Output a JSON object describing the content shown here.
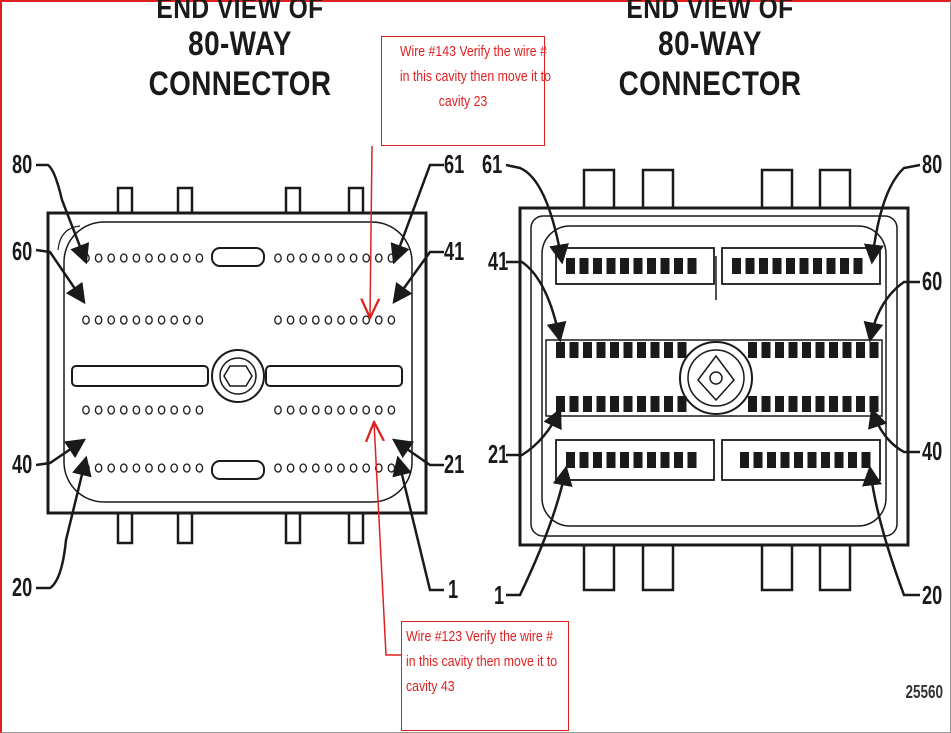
{
  "left_connector": {
    "title_line1": "END VIEW OF",
    "title_line2": "80-WAY CONNECTOR",
    "pin_labels": {
      "tl": "80",
      "tr": "61",
      "ml_upper": "60",
      "mr_upper": "41",
      "ml_lower": "40",
      "mr_lower": "21",
      "bl": "20",
      "br": "1"
    }
  },
  "right_connector": {
    "title_line1": "END VIEW OF",
    "title_line2": "80-WAY CONNECTOR",
    "pin_labels": {
      "tl": "61",
      "tr": "80",
      "ml_upper": "41",
      "mr_upper": "60",
      "ml_lower": "21",
      "mr_lower": "40",
      "bl": "1",
      "br": "20"
    }
  },
  "annotations": {
    "top": {
      "line1": "Wire #143 Verify the wire #",
      "line2": "in this cavity then move it to",
      "line3": "cavity 23"
    },
    "bottom": {
      "line1": "Wire #123  Verify the wire #",
      "line2": "in this cavity then move it to",
      "line3": "cavity 43"
    }
  },
  "figure_id": "25560",
  "colors": {
    "annotation": "#e02020",
    "drawing": "#1a1a1a"
  }
}
